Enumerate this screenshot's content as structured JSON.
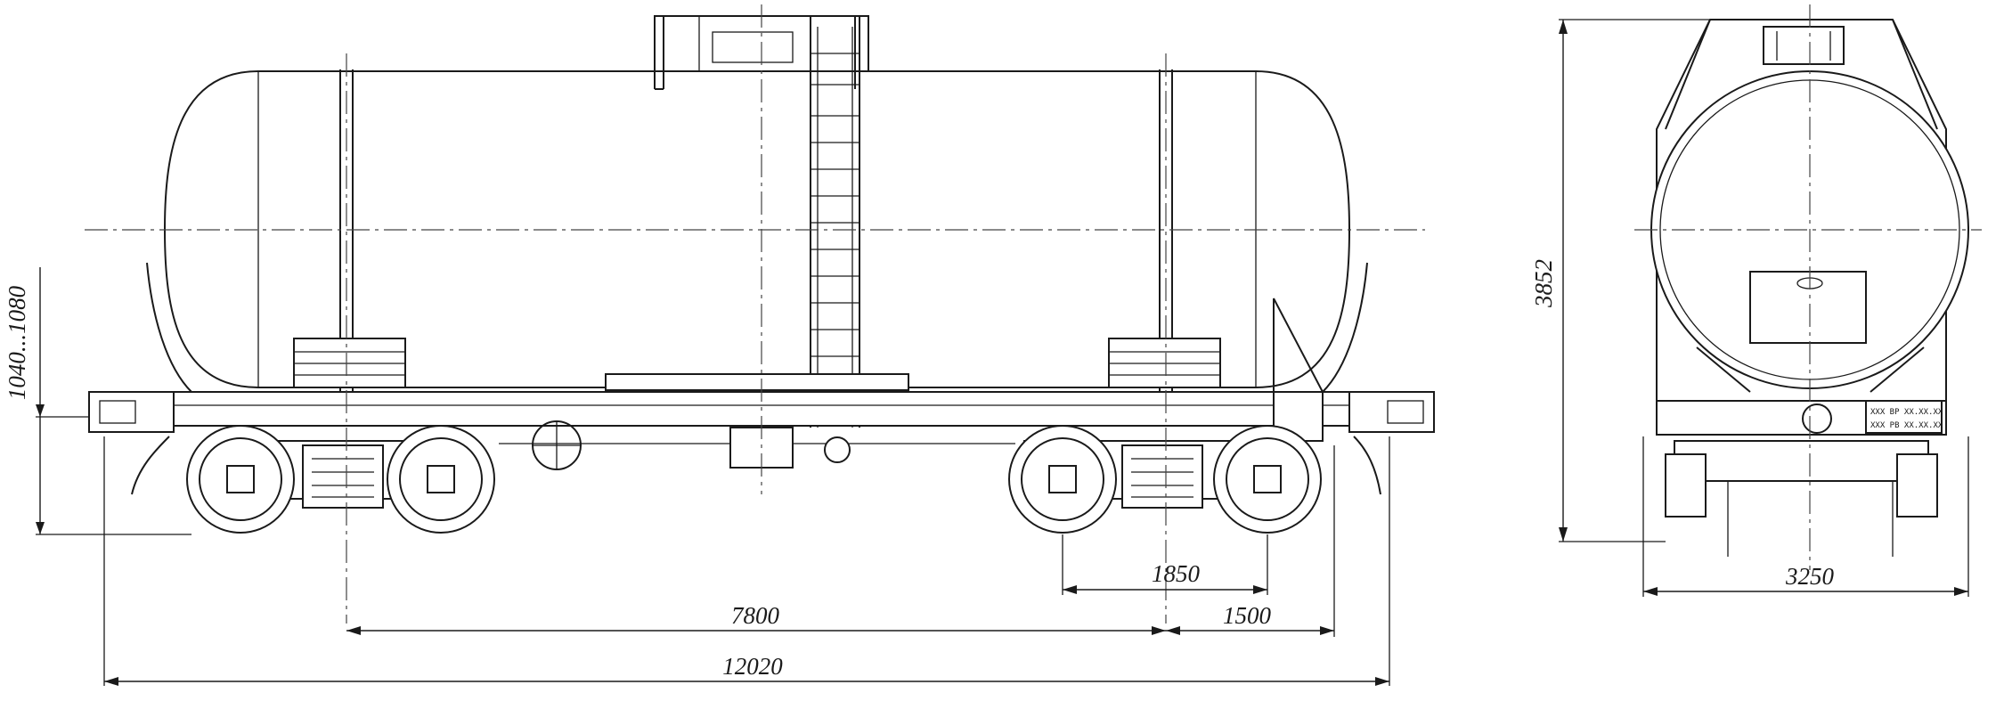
{
  "dimensions": {
    "coupler_height": "1040...1080",
    "overall_height": "3852",
    "bogie_wheelbase": "1850",
    "bogie_centers": "7800",
    "bogie_overhang": "1500",
    "overall_length": "12020",
    "overall_width": "3250"
  },
  "plate": {
    "line1": "XXX ВР XX.XX.XX",
    "line2": "XXX РВ XX.XX.XX"
  }
}
